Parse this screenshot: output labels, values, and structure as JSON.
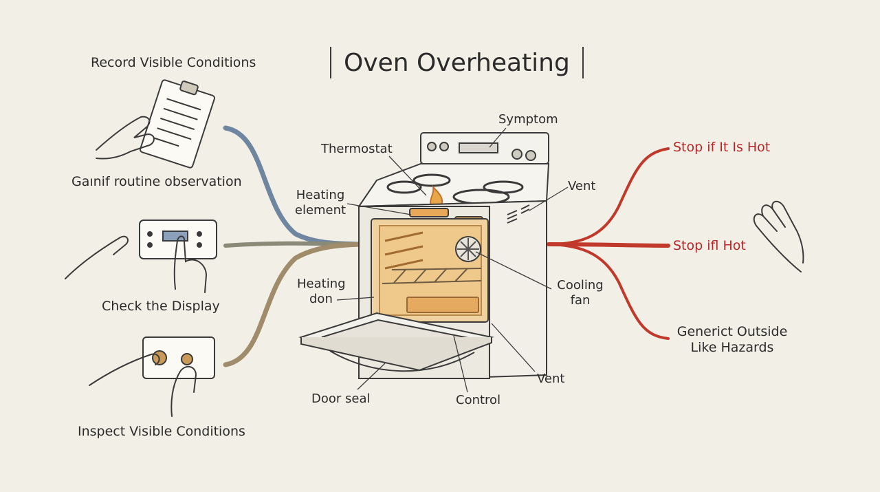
{
  "title": "Oven Overheating",
  "left_steps": [
    {
      "heading": "Record Visible Conditions",
      "caption": "Gaınif routine observation"
    },
    {
      "caption": "Check the Display"
    },
    {
      "caption": "Inspect Visible Conditions"
    }
  ],
  "oven_labels": {
    "symptom": "Symptom",
    "thermostat": "Thermostat",
    "heating_element_1": "Heating",
    "heating_element_2": "element",
    "vent_top": "Vent",
    "cooling_fan_1": "Cooling",
    "cooling_fan_2": "fan",
    "heating_don_1": "Heating",
    "heating_don_2": "don",
    "vent_bottom": "Vent",
    "door_seal": "Door seal",
    "control": "Control"
  },
  "right_steps": {
    "stop_hot_1": "Stop if It Is Hot",
    "stop_hot_2": "Stop ifl Hot",
    "hazards_1": "Generict Outside",
    "hazards_2": "Like Hazards"
  },
  "colors": {
    "background": "#f2efe6",
    "ink": "#2b2b2b",
    "blue_branch": "#6f86a0",
    "tan_branch": "#a08c6a",
    "red_branch": "#c0392b",
    "oven_glow": "#e7b36a"
  },
  "icons": [
    "clipboard-icon",
    "hand-icon",
    "display-panel-icon",
    "knob-panel-icon",
    "stop-hand-icon",
    "flame-icon",
    "fan-icon"
  ]
}
